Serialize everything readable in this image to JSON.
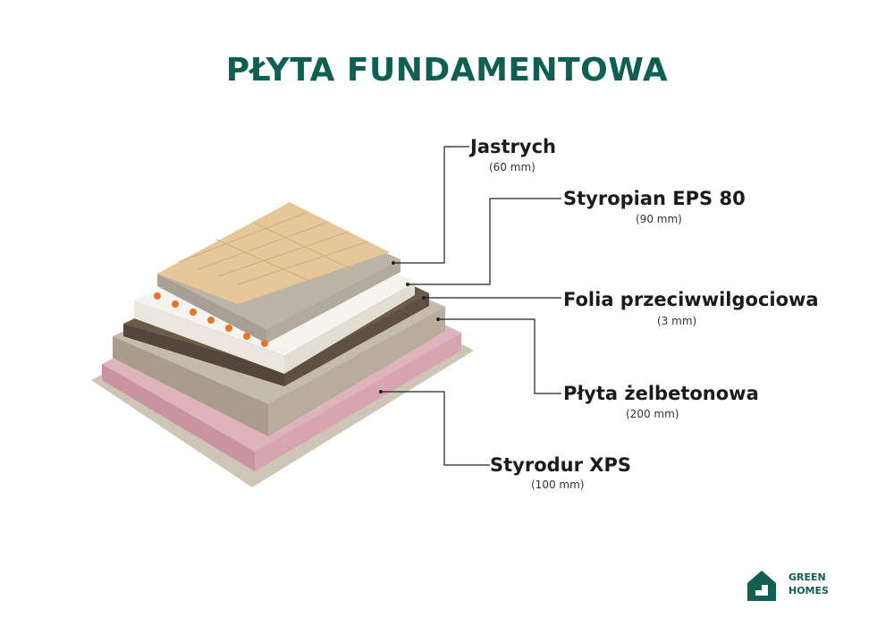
{
  "title": "PŁYTA FUNDAMENTOWA",
  "layers": [
    {
      "name": "Jastrych",
      "thickness": "(60 mm)"
    },
    {
      "name": "Styropian EPS 80",
      "thickness": "(90 mm)"
    },
    {
      "name": "Folia przeciwwilgociowa",
      "thickness": "(3 mm)"
    },
    {
      "name": "Płyta żelbetonowa",
      "thickness": "(200 mm)"
    },
    {
      "name": "Styrodur XPS",
      "thickness": "(100 mm)"
    }
  ],
  "logo": {
    "line1": "GREEN",
    "line2": "HOMES"
  },
  "colors": {
    "brand": "#0f5f52",
    "screed": "#e6c898",
    "screed_edge": "#bdb4a8",
    "eps": "#f3f1ec",
    "foil": "#6b5a48",
    "concrete": "#bdb3a4",
    "xps": "#d9a9b3",
    "base": "#cfc5b6",
    "pipe": "#e8742a"
  }
}
